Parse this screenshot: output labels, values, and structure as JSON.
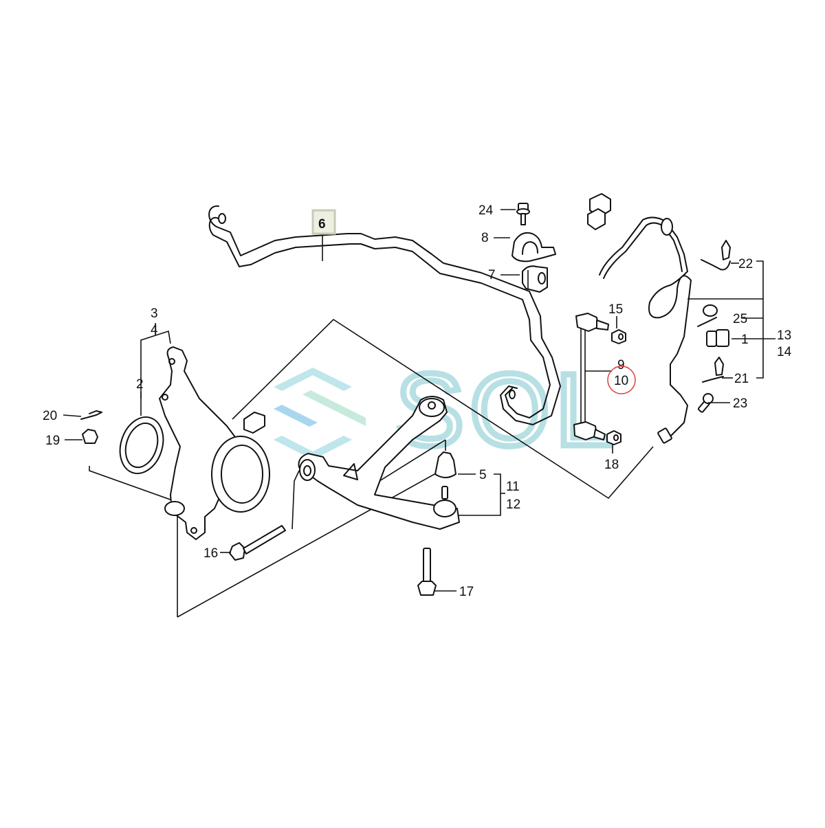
{
  "diagram": {
    "title": "Front suspension parts diagram",
    "highlighted_part_box": "6",
    "circled_part": "10",
    "watermark": {
      "text": "SOL",
      "colors": {
        "teal": "#bfe6ea",
        "green": "#c6eadb",
        "blue": "#a9d6ef"
      }
    },
    "highlight_colors": {
      "box_border": "#c9cbb5",
      "box_fill": "#ecefe2",
      "circle": "#e03a3a"
    },
    "callouts": [
      {
        "id": "1",
        "label": "1"
      },
      {
        "id": "2",
        "label": "2"
      },
      {
        "id": "3",
        "label": "3"
      },
      {
        "id": "4",
        "label": "4"
      },
      {
        "id": "5",
        "label": "5"
      },
      {
        "id": "6",
        "label": "6"
      },
      {
        "id": "7",
        "label": "7"
      },
      {
        "id": "8",
        "label": "8"
      },
      {
        "id": "9",
        "label": "9"
      },
      {
        "id": "10",
        "label": "10"
      },
      {
        "id": "11",
        "label": "11"
      },
      {
        "id": "12",
        "label": "12"
      },
      {
        "id": "13",
        "label": "13"
      },
      {
        "id": "14",
        "label": "14"
      },
      {
        "id": "15",
        "label": "15"
      },
      {
        "id": "16",
        "label": "16"
      },
      {
        "id": "17",
        "label": "17"
      },
      {
        "id": "18",
        "label": "18"
      },
      {
        "id": "19",
        "label": "19"
      },
      {
        "id": "20",
        "label": "20"
      },
      {
        "id": "21",
        "label": "21"
      },
      {
        "id": "22",
        "label": "22"
      },
      {
        "id": "23",
        "label": "23"
      },
      {
        "id": "24",
        "label": "24"
      },
      {
        "id": "25",
        "label": "25"
      }
    ],
    "parts": [
      {
        "name": "stabilizer-bar",
        "callout": "6"
      },
      {
        "name": "stabilizer-bushing",
        "callout": "7"
      },
      {
        "name": "bushing-holder",
        "callout": "8"
      },
      {
        "name": "flange-bolt",
        "callout": "24"
      },
      {
        "name": "stabilizer-link",
        "callout": "9/10"
      },
      {
        "name": "link-nut-upper",
        "callout": "15"
      },
      {
        "name": "link-nut-lower",
        "callout": "18"
      },
      {
        "name": "steering-knuckle",
        "callout": "3/4"
      },
      {
        "name": "splash-guard-ring",
        "callout": "2"
      },
      {
        "name": "cotter-pin",
        "callout": "20"
      },
      {
        "name": "castle-nut",
        "callout": "19"
      },
      {
        "name": "lower-arm",
        "callout": "11/12"
      },
      {
        "name": "ball-joint-boot",
        "callout": "5"
      },
      {
        "name": "arm-bolt",
        "callout": "16"
      },
      {
        "name": "arm-flange-bolt",
        "callout": "17"
      },
      {
        "name": "abs-sensor",
        "callout": "13/14"
      },
      {
        "name": "sensor-clip-22",
        "callout": "22"
      },
      {
        "name": "sensor-clip-25",
        "callout": "25"
      },
      {
        "name": "sensor-clip-1",
        "callout": "1"
      },
      {
        "name": "sensor-clip-21",
        "callout": "21"
      },
      {
        "name": "sensor-bolt",
        "callout": "23"
      }
    ]
  }
}
